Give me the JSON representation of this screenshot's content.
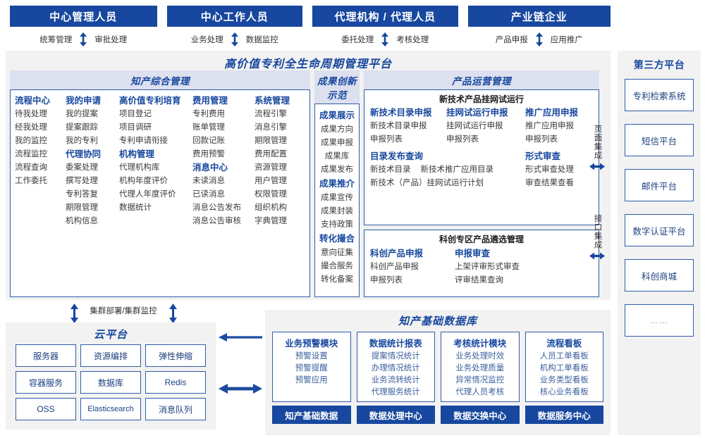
{
  "roles": {
    "bars": [
      {
        "label": "中心管理人员",
        "flows": [
          "统筹管理",
          "审批处理"
        ]
      },
      {
        "label": "中心工作人员",
        "flows": [
          "业务处理",
          "数据监控"
        ]
      },
      {
        "label": "代理机构 / 代理人员",
        "flows": [
          "委托处理",
          "考核处理"
        ]
      },
      {
        "label": "产业链企业",
        "flows": [
          "产品申报",
          "应用推广"
        ]
      }
    ]
  },
  "platform": {
    "title": "高价值专利全生命周期管理平台",
    "sections": {
      "zhichan": {
        "title": "知产综合管理",
        "columns": [
          {
            "groups": [
              {
                "title": "流程中心",
                "items": [
                  "待我处理",
                  "经我处理",
                  "我的监控",
                  "流程监控",
                  "流程查询",
                  "工作委托"
                ]
              }
            ]
          },
          {
            "groups": [
              {
                "title": "我的申请",
                "items": [
                  "我的提案",
                  "提案跟踪",
                  "我的专利"
                ]
              },
              {
                "title": "代理协同",
                "items": [
                  "委案处理",
                  "撰写处理",
                  "专利答复",
                  "期限管理",
                  "机构信息"
                ]
              }
            ]
          },
          {
            "groups": [
              {
                "title": "高价值专利培育",
                "items": [
                  "项目登记",
                  "项目调研",
                  "专利申请衔接"
                ]
              },
              {
                "title": "机构管理",
                "items": [
                  "代理机构库",
                  "机构年度评价",
                  "代理人年度评价",
                  "数据统计"
                ]
              }
            ]
          },
          {
            "groups": [
              {
                "title": "费用管理",
                "items": [
                  "专利费用",
                  "账单管理",
                  "回款记账",
                  "费用预警"
                ]
              },
              {
                "title": "消息中心",
                "items": [
                  "未读消息",
                  "已读消息",
                  "消息公告发布",
                  "消息公告审核"
                ]
              }
            ]
          },
          {
            "groups": [
              {
                "title": "系统管理",
                "items": [
                  "流程引擎",
                  "消息引擎",
                  "期限管理",
                  "费用配置",
                  "资源管理",
                  "用户管理",
                  "权限管理",
                  "组织机构",
                  "字典管理"
                ]
              }
            ]
          }
        ]
      },
      "chengguo": {
        "title": "成果创新示范",
        "groups": [
          {
            "title": "成果展示",
            "items": [
              "成果方向",
              "成果申报",
              "成果库",
              "成果发布"
            ]
          },
          {
            "title": "成果推介",
            "items": [
              "成果宣传",
              "成果封装",
              "支持政策"
            ]
          },
          {
            "title": "转化撮合",
            "items": [
              "意向征集",
              "撮合服务",
              "转化备案"
            ]
          }
        ]
      },
      "chanpin": {
        "title": "产品运营管理",
        "box1": {
          "caption": "新技术产品挂网试运行",
          "top_groups": [
            {
              "title": "新技术目录申报",
              "items": [
                "新技术目录申报",
                "申报列表"
              ]
            },
            {
              "title": "挂网试运行申报",
              "items": [
                "挂网试运行申报",
                "申报列表"
              ]
            },
            {
              "title": "推广应用申报",
              "items": [
                "推广应用申报",
                "申报列表"
              ]
            }
          ],
          "bottom_groups": [
            {
              "title": "目录发布查询",
              "inline_items": [
                "新技术目录",
                "新技术推广应用目录"
              ],
              "items": [
                "新技术（产品）挂网试运行计划"
              ]
            },
            {
              "title": "形式审查",
              "items": [
                "形式审查处理",
                "审查结果查看"
              ]
            }
          ]
        },
        "box2": {
          "caption": "科创专区产品遴选管理",
          "groups": [
            {
              "title": "科创产品申报",
              "items": [
                "科创产品申报",
                "申报列表"
              ]
            },
            {
              "title": "申报审查",
              "items": [
                "上架评审形式审查",
                "评审结果查询"
              ]
            }
          ]
        }
      }
    },
    "integration": [
      {
        "label": "页面集成"
      },
      {
        "label": "接口集成"
      }
    ]
  },
  "third_party": {
    "title": "第三方平台",
    "items": [
      "专利检索系统",
      "短信平台",
      "邮件平台",
      "数字认证平台",
      "科创商城",
      "……"
    ]
  },
  "cluster": {
    "label": "集群部署/集群监控"
  },
  "cloud": {
    "title": "云平台",
    "cells": [
      "服务器",
      "资源编排",
      "弹性伸缩",
      "容器服务",
      "数据库",
      "Redis",
      "OSS",
      "Elasticsearch",
      "消息队列"
    ]
  },
  "knowledge_db": {
    "title": "知产基础数据库",
    "columns": [
      {
        "title": "业务预警模块",
        "items": [
          "预警设置",
          "预警提醒",
          "预警应用"
        ],
        "footer": "知产基础数据"
      },
      {
        "title": "数据统计报表",
        "items": [
          "提案情况统计",
          "办理情况统计",
          "业务流转统计",
          "代理服务统计"
        ],
        "footer": "数据处理中心"
      },
      {
        "title": "考核统计模块",
        "items": [
          "业务处理时效",
          "业务处理质量",
          "异常情况监控",
          "代理人员考核"
        ],
        "footer": "数据交换中心"
      },
      {
        "title": "流程看板",
        "items": [
          "人员工单看板",
          "机构工单看板",
          "业务类型看板",
          "核心业务看板"
        ],
        "footer": "数据服务中心"
      }
    ]
  },
  "colors": {
    "brand_blue": "#17479E",
    "border_blue": "#2F5DA8",
    "band_lavender": "#DDE0EF",
    "panel_gray": "#F2F2F2"
  }
}
